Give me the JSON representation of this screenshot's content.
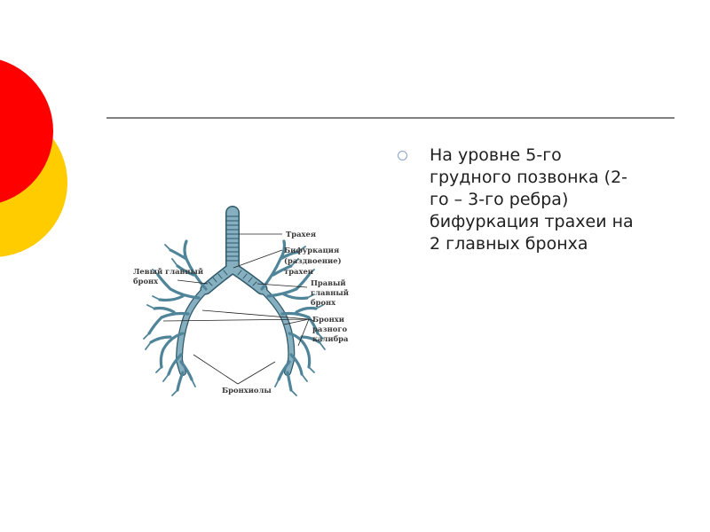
{
  "theme": {
    "red": "#ff0000",
    "yellow": "#ffcc00",
    "rule": "#7f7f7f",
    "airway": "#7fa8b8",
    "airway_stroke": "#2f5a6c",
    "bullet": "#8aa2c8",
    "text": "#202020"
  },
  "bullet": {
    "marker_icon": "hollow-circle-bullet-icon",
    "lines": [
      "На уровне 5-го",
      "грудного позвонка (2-",
      "го – 3-го ребра)",
      "бифуркация трахеи на",
      "2 главных бронха"
    ]
  },
  "figure": {
    "labels": {
      "trachea": "Трахея",
      "bifurcation_1": "Бифуркация",
      "bifurcation_2": "(раздвоение)",
      "bifurcation_3": "трахеи",
      "left_bronchus_1": "Левый главный",
      "left_bronchus_2": "бронх",
      "right_bronchus_1": "Правый",
      "right_bronchus_2": "главный",
      "right_bronchus_3": "бронх",
      "bronchi_1": "Бронхи",
      "bronchi_2": "разного",
      "bronchi_3": "калибра",
      "bronchioles": "Бронхиолы"
    }
  }
}
